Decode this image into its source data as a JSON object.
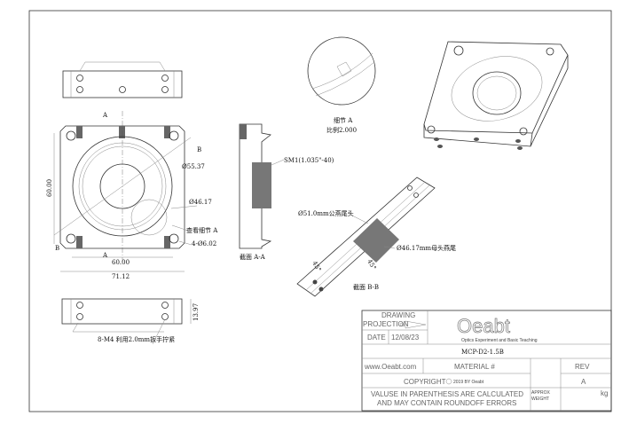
{
  "front_view": {
    "section_a_top": "A",
    "section_a_bottom": "A",
    "section_b_top": "B",
    "section_b_bottom": "B",
    "dia_outer": "Ø55.37",
    "dia_inner": "Ø46.17",
    "detail_ref": "查看细节 A",
    "holes": "4-Ø6.02",
    "height": "60.00",
    "hole_spacing": "60.00",
    "width": "71.12"
  },
  "bottom_view": {
    "thickness": "13.97",
    "screws_note": "8-M4 利用2.0mm扳手拧紧"
  },
  "section_aa": {
    "thread": "SM1(1.035\"-40)",
    "label": "截面 A-A"
  },
  "section_bb": {
    "male": "Ø51.0mm公燕尾头",
    "female": "Ø46.17mm母头燕尾",
    "angle1": "45°",
    "angle2": "45°",
    "label": "截面 B-B"
  },
  "detail_a": {
    "title": "细节 A",
    "scale": "比例2.000"
  },
  "title_block": {
    "drawing": "DRAWING",
    "projection": "PROJECTION",
    "date_label": "DATE",
    "date": "12/08/23",
    "logo": "Oeabt",
    "tagline": "Optics Experiment and Basic Teaching",
    "part_number": "MCP-D2-1.5B",
    "website": "www.Oeabt.com",
    "material": "MATERIAL #",
    "rev_label": "REV",
    "rev": "A",
    "copyright": "COPYRIGHT",
    "copyright_year": "2019 BY Oeabt",
    "note_line1": "VALUSE IN PARENTHESIS ARE CALCULATED",
    "note_line2": "AND MAY CONTAIN ROUNDOFF ERRORS",
    "approx": "APPROX",
    "weight": "WEIGHT",
    "unit": "kg"
  }
}
